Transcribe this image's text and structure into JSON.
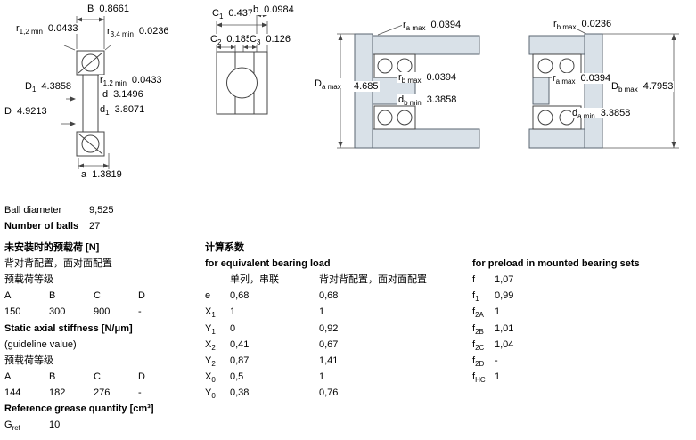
{
  "colors": {
    "drawing_fill": "#d9e1e8",
    "line": "#444444"
  },
  "diagrams": {
    "d1": {
      "B": {
        "base": "B",
        "sub": "",
        "val": "0.8661"
      },
      "r12t": {
        "base": "r",
        "sub": "1,2 min",
        "val": "0.0433"
      },
      "r34": {
        "base": "r",
        "sub": "3,4 min",
        "val": "0.0236"
      },
      "r12m": {
        "base": "r",
        "sub": "1,2 min",
        "val": "0.0433"
      },
      "D1": {
        "base": "D",
        "sub": "1",
        "val": "4.3858"
      },
      "d": {
        "base": "d",
        "sub": "",
        "val": "3.1496"
      },
      "D": {
        "base": "D",
        "sub": "",
        "val": "4.9213"
      },
      "d1": {
        "base": "d",
        "sub": "1",
        "val": "3.8071"
      },
      "a": {
        "base": "a",
        "sub": "",
        "val": "1.3819"
      }
    },
    "d2": {
      "C1": {
        "base": "C",
        "sub": "1",
        "val": "0.437"
      },
      "b": {
        "base": "b",
        "sub": "",
        "val": "0.0984"
      },
      "C2": {
        "base": "C",
        "sub": "2",
        "val": "0.185"
      },
      "C3": {
        "base": "C",
        "sub": "3",
        "val": "0.126"
      }
    },
    "d3": {
      "ra": {
        "base": "r",
        "sub": "a max",
        "val": "0.0394"
      },
      "Da": {
        "base": "D",
        "sub": "a max",
        "val": "4.685"
      },
      "rb": {
        "base": "r",
        "sub": "b max",
        "val": "0.0394"
      },
      "db": {
        "base": "d",
        "sub": "b min",
        "val": "3.3858"
      }
    },
    "d4": {
      "rb": {
        "base": "r",
        "sub": "b max",
        "val": "0.0236"
      },
      "ra": {
        "base": "r",
        "sub": "a max",
        "val": "0.0394"
      },
      "Db": {
        "base": "D",
        "sub": "b max",
        "val": "4.7953"
      },
      "da": {
        "base": "d",
        "sub": "a min",
        "val": "3.3858"
      }
    }
  },
  "specs": {
    "ball_diameter_label": "Ball diameter",
    "ball_diameter_value": "9,525",
    "number_of_balls_label": "Number of balls",
    "number_of_balls_value": "27"
  },
  "preload": {
    "title": "未安装时的预载荷 [N]",
    "subtitle": "背对背配置，面对面配置",
    "class_label": "预载荷等级",
    "headers": [
      "A",
      "B",
      "C",
      "D"
    ],
    "values": [
      "150",
      "300",
      "900",
      "-"
    ]
  },
  "stiffness": {
    "title": "Static axial stiffness [N/μm]",
    "subtitle": "(guideline value)",
    "class_label": "预载荷等级",
    "headers": [
      "A",
      "B",
      "C",
      "D"
    ],
    "values": [
      "144",
      "182",
      "276",
      "-"
    ]
  },
  "grease": {
    "title": "Reference grease quantity [cm³]",
    "symbol_base": "G",
    "symbol_sub": "ref",
    "value": "10"
  },
  "calc": {
    "title": "计算系数",
    "subtitle": "for equivalent bearing load",
    "col1": "单列，串联",
    "col2": "背对背配置，面对面配置",
    "rows": [
      {
        "base": "e",
        "sub": "",
        "v1": "0,68",
        "v2": "0,68"
      },
      {
        "base": "X",
        "sub": "1",
        "v1": "1",
        "v2": "1"
      },
      {
        "base": "Y",
        "sub": "1",
        "v1": "0",
        "v2": "0,92"
      },
      {
        "base": "X",
        "sub": "2",
        "v1": "0,41",
        "v2": "0,67"
      },
      {
        "base": "Y",
        "sub": "2",
        "v1": "0,87",
        "v2": "1,41"
      },
      {
        "base": "X",
        "sub": "0",
        "v1": "0,5",
        "v2": "1"
      },
      {
        "base": "Y",
        "sub": "0",
        "v1": "0,38",
        "v2": "0,76"
      }
    ]
  },
  "preload_factors": {
    "title": "for preload in mounted bearing sets",
    "rows": [
      {
        "base": "f",
        "sub": "",
        "val": "1,07"
      },
      {
        "base": "f",
        "sub": "1",
        "val": "0,99"
      },
      {
        "base": "f",
        "sub": "2A",
        "val": "1"
      },
      {
        "base": "f",
        "sub": "2B",
        "val": "1,01"
      },
      {
        "base": "f",
        "sub": "2C",
        "val": "1,04"
      },
      {
        "base": "f",
        "sub": "2D",
        "val": "-"
      },
      {
        "base": "f",
        "sub": "HC",
        "val": "1"
      }
    ]
  }
}
